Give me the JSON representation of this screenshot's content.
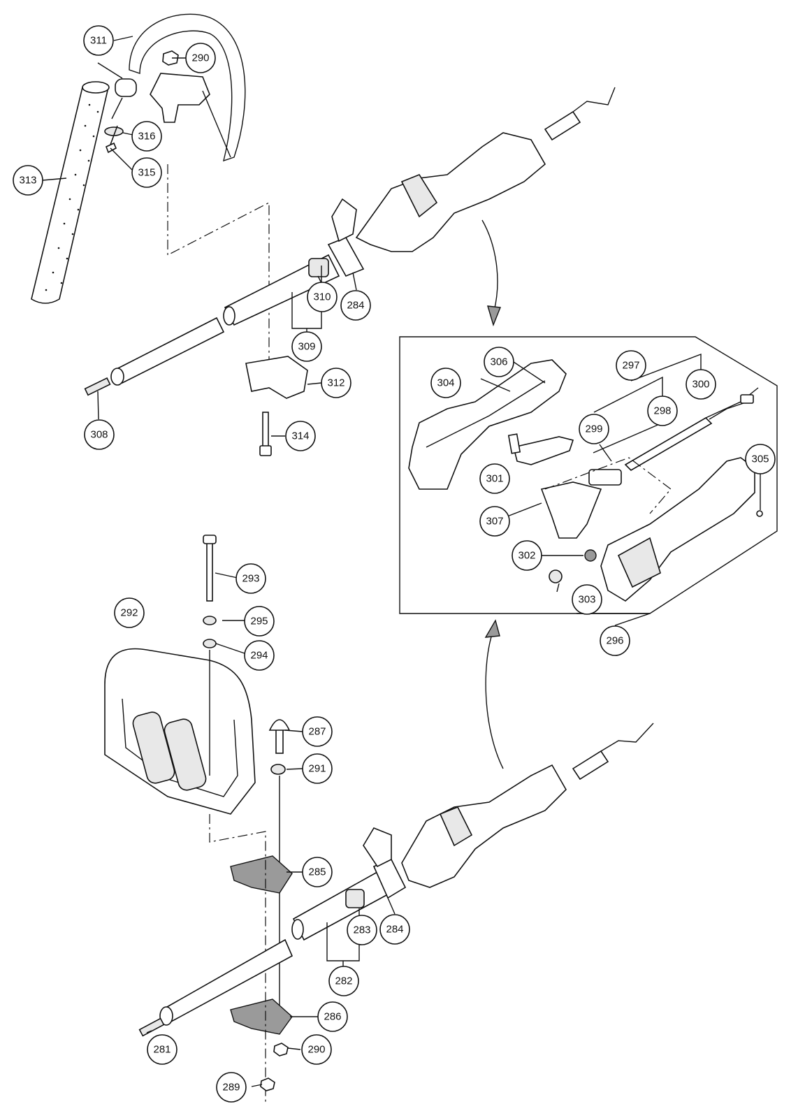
{
  "colors": {
    "ink": "#111111",
    "paper": "#ffffff"
  },
  "callouts": {
    "c311": "311",
    "c290a": "290",
    "c316": "316",
    "c315": "315",
    "c313": "313",
    "c310": "310",
    "c284a": "284",
    "c309": "309",
    "c312": "312",
    "c308": "308",
    "c314": "314",
    "c306": "306",
    "c304": "304",
    "c297": "297",
    "c300": "300",
    "c298": "298",
    "c299": "299",
    "c305": "305",
    "c301": "301",
    "c307": "307",
    "c302": "302",
    "c303": "303",
    "c296": "296",
    "c293": "293",
    "c295": "295",
    "c294": "294",
    "c292": "292",
    "c287": "287",
    "c291": "291",
    "c285": "285",
    "c283": "283",
    "c284b": "284",
    "c282": "282",
    "c286": "286",
    "c281": "281",
    "c290b": "290",
    "c289": "289"
  }
}
